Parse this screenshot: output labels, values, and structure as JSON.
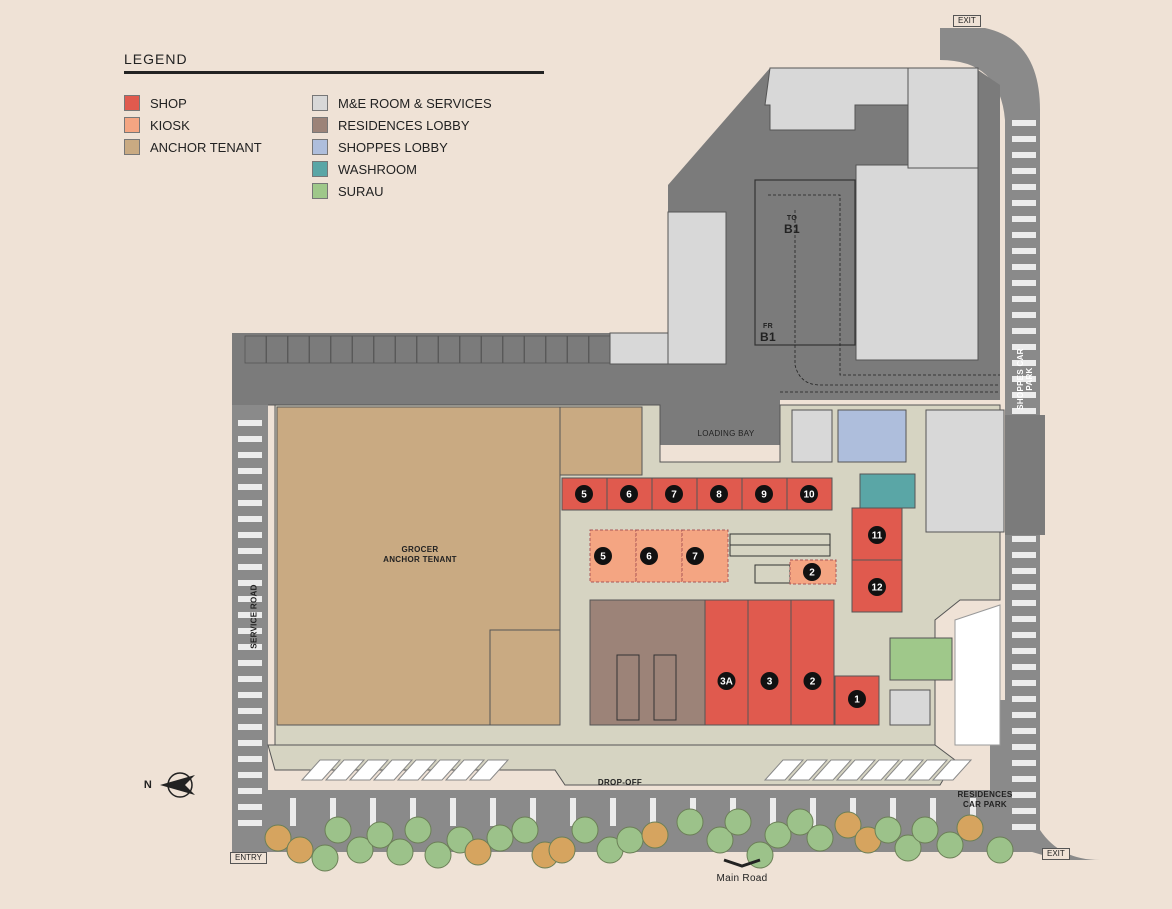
{
  "legend": {
    "title": "LEGEND",
    "items": [
      {
        "label": "SHOP",
        "color": "#e05a4e"
      },
      {
        "label": "KIOSK",
        "color": "#f4a582"
      },
      {
        "label": "ANCHOR TENANT",
        "color": "#c9aa82"
      },
      {
        "label": "M&E ROOM & SERVICES",
        "color": "#d8d8d8"
      },
      {
        "label": "RESIDENCES LOBBY",
        "color": "#9c8378"
      },
      {
        "label": "SHOPPES LOBBY",
        "color": "#aebedc"
      },
      {
        "label": "WASHROOM",
        "color": "#5aa6a6"
      },
      {
        "label": "SURAU",
        "color": "#9fc88a"
      }
    ]
  },
  "labels": {
    "anchor_line1": "GROCER",
    "anchor_line2": "ANCHOR TENANT",
    "loading_bay": "LOADING BAY",
    "service_road": "SERVICE ROAD",
    "shoppes_car_park": "SHOPPES CAR PARK",
    "residences_car_park_1": "RESIDENCES",
    "residences_car_park_2": "CAR PARK",
    "drop_off": "DROP-OFF",
    "main_road": "Main Road",
    "entry": "ENTRY",
    "exit_top": "EXIT",
    "exit_bottom": "EXIT",
    "ramp_to": "TO",
    "ramp_to_level": "B1",
    "ramp_fr": "FR",
    "ramp_fr_level": "B1",
    "north": "N"
  },
  "shops_row": [
    "5",
    "6",
    "7",
    "8",
    "9",
    "10"
  ],
  "kiosks": [
    "5",
    "6",
    "7",
    "2"
  ],
  "shops_side": [
    "11",
    "12"
  ],
  "shops_bottom": [
    "3A",
    "3",
    "2",
    "1"
  ],
  "colors": {
    "background": "#efe2d6",
    "road": "#8a8a8a",
    "parking": "#7b7b7b",
    "walkway": "#d6d4c2",
    "shop": "#e05a4e",
    "kiosk": "#f4a582",
    "anchor": "#c9aa82",
    "services": "#d8d8d8",
    "residences_lobby": "#9c8378",
    "shoppes_lobby": "#aebedc",
    "washroom": "#5aa6a6",
    "surau": "#9fc88a",
    "tree_green": "#9cc28a",
    "tree_orange": "#d6a45f"
  }
}
